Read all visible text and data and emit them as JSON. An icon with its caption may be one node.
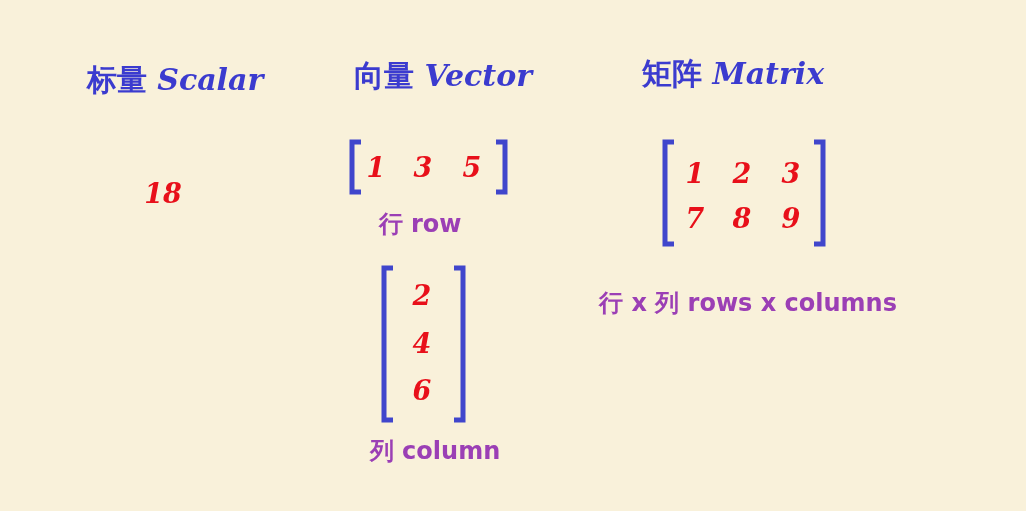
{
  "diagram": {
    "labels": [
      "标量 *Scalar*",
      "向量 *Vector*",
      "矩阵 *Matrix*",
      "18",
      "1",
      "3",
      "5",
      "行 row",
      "2",
      "4",
      "6",
      "列 column",
      "1",
      "2",
      "3",
      "7",
      "8",
      "9",
      "行 x 列 rows x columns"
    ]
  }
}
